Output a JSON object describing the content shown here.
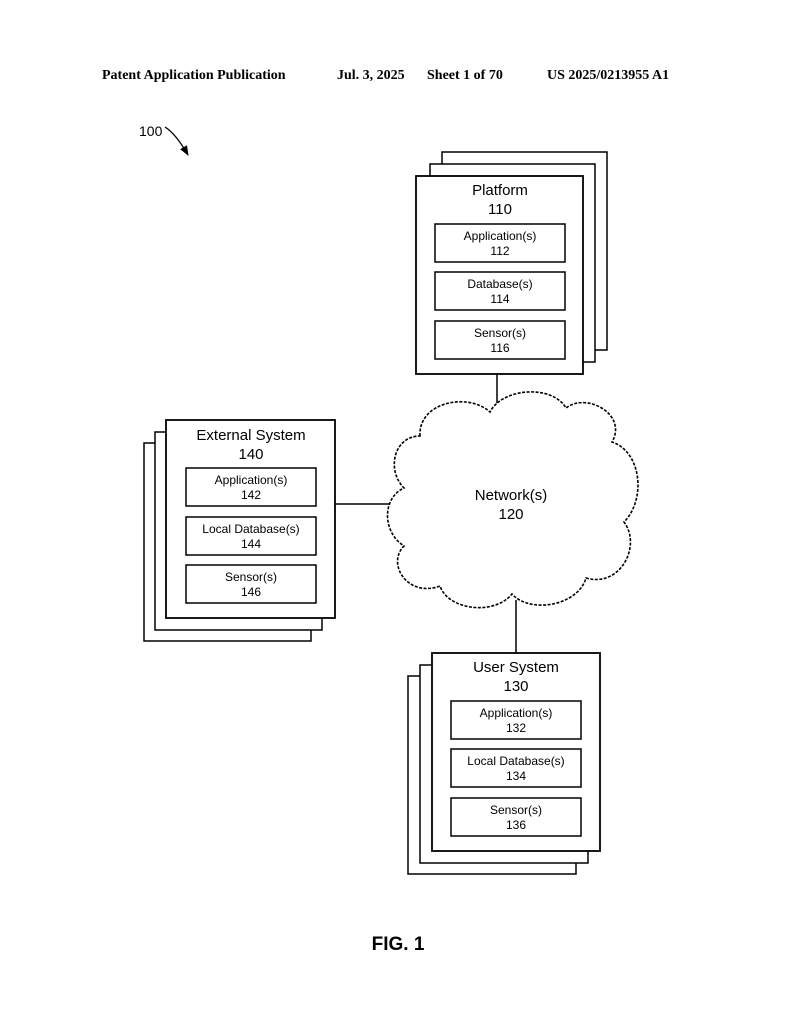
{
  "header": {
    "pub_type": "Patent Application Publication",
    "date": "Jul. 3, 2025",
    "sheet": "Sheet 1 of 70",
    "pub_number": "US 2025/0213955 A1"
  },
  "figure": {
    "ref_label": "100",
    "caption": "FIG. 1",
    "platform": {
      "title": "Platform",
      "number": "110",
      "items": [
        {
          "label": "Application(s)",
          "number": "112"
        },
        {
          "label": "Database(s)",
          "number": "114"
        },
        {
          "label": "Sensor(s)",
          "number": "116"
        }
      ]
    },
    "external_system": {
      "title": "External System",
      "number": "140",
      "items": [
        {
          "label": "Application(s)",
          "number": "142"
        },
        {
          "label": "Local Database(s)",
          "number": "144"
        },
        {
          "label": "Sensor(s)",
          "number": "146"
        }
      ]
    },
    "network": {
      "title": "Network(s)",
      "number": "120"
    },
    "user_system": {
      "title": "User System",
      "number": "130",
      "items": [
        {
          "label": "Application(s)",
          "number": "132"
        },
        {
          "label": "Local Database(s)",
          "number": "134"
        },
        {
          "label": "Sensor(s)",
          "number": "136"
        }
      ]
    }
  }
}
